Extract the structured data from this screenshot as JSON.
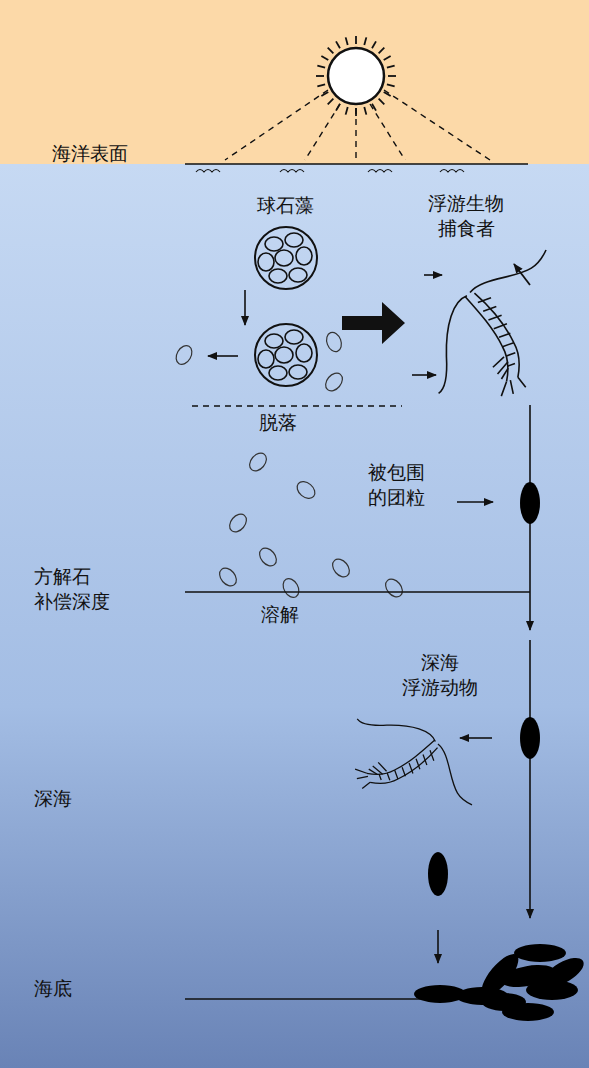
{
  "diagram": {
    "labels": [
      "海洋表面",
      "球石藻",
      "浮游生物 捕食者",
      "脱落",
      "被包围 的团粒",
      "方解石 补偿深度",
      "溶解",
      "深海 浮游动物",
      "深海",
      "海底"
    ]
  }
}
